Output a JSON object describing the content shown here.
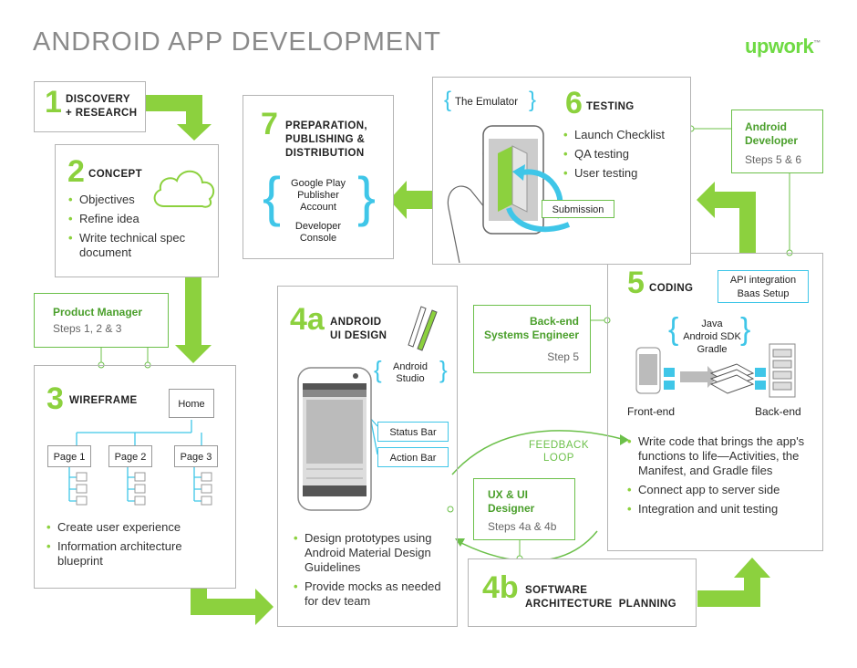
{
  "header": {
    "title": "ANDROID APP DEVELOPMENT",
    "logo": "upwork",
    "logo_tm": "™"
  },
  "s1": {
    "num": "1",
    "title_l1": "DISCOVERY",
    "title_l2": "+ RESEARCH"
  },
  "s2": {
    "num": "2",
    "title": "CONCEPT",
    "bullets": [
      "Objectives",
      "Refine idea",
      "Write technical spec document"
    ]
  },
  "pm": {
    "role": "Product Manager",
    "steps": "Steps 1, 2 & 3"
  },
  "s3": {
    "num": "3",
    "title": "WIREFRAME",
    "home": "Home",
    "pages": [
      "Page 1",
      "Page 2",
      "Page 3"
    ],
    "bullets": [
      "Create user experience",
      "Information architecture blueprint"
    ]
  },
  "s4a": {
    "num": "4a",
    "title_l1": "ANDROID",
    "title_l2": "UI DESIGN",
    "tool_l1": "Android",
    "tool_l2": "Studio",
    "status_bar": "Status Bar",
    "action_bar": "Action Bar",
    "bullets": [
      "Design prototypes using Android Material Design Guidelines",
      "Provide mocks as needed for dev team"
    ]
  },
  "s4b": {
    "num": "4b",
    "title_l1": "SOFTWARE",
    "title_l2": "ARCHITECTURE  PLANNING"
  },
  "ux": {
    "role_l1": "UX & UI",
    "role_l2": "Designer",
    "steps": "Steps 4a & 4b"
  },
  "be": {
    "role_l1": "Back-end",
    "role_l2": "Systems Engineer",
    "steps": "Step 5"
  },
  "feedback": {
    "l1": "FEEDBACK",
    "l2": "LOOP"
  },
  "s5": {
    "num": "5",
    "title": "CODING",
    "api_l1": "API integration",
    "api_l2": "Baas Setup",
    "tech": [
      "Java",
      "Android SDK",
      "Gradle"
    ],
    "frontend": "Front-end",
    "backend": "Back-end",
    "bullets": [
      "Write code that brings the app's functions to life—Activities, the Manifest, and Gradle files",
      "Connect app to server side",
      "Integration and unit testing"
    ]
  },
  "ad": {
    "role_l1": "Android",
    "role_l2": "Developer",
    "steps": "Steps 5 & 6"
  },
  "s6": {
    "num": "6",
    "title": "TESTING",
    "emulator": "The Emulator",
    "submission": "Submission",
    "bullets": [
      "Launch Checklist",
      "QA testing",
      "User testing"
    ]
  },
  "s7": {
    "num": "7",
    "title_l1": "PREPARATION,",
    "title_l2": "PUBLISHING &",
    "title_l3": "DISTRIBUTION",
    "gp_l1": "Google Play",
    "gp_l2": "Publisher",
    "gp_l3": "Account",
    "dc_l1": "Developer",
    "dc_l2": "Console"
  },
  "colors": {
    "green": "#8cd13e",
    "dark_green": "#4a9f2b",
    "cyan": "#3fc6e8",
    "gray_border": "#b4b4b4"
  }
}
